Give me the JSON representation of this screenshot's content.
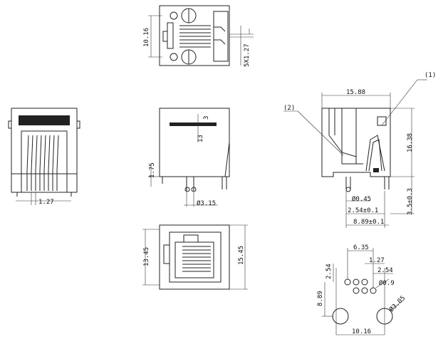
{
  "top_view": {
    "dim_height": "10.16",
    "dim_pitch": "5X1.27"
  },
  "front_view": {
    "dim_pitch": "1.27"
  },
  "side_view": {
    "dim_13": "13",
    "dim_3": "3",
    "dim_175": "1.75",
    "dim_315": "Ø3.15"
  },
  "bottom_view": {
    "dim_1345": "13.45",
    "dim_1545": "15.45"
  },
  "section_view": {
    "dim_width": "15.88",
    "dim_height": "16.38",
    "dim_pin": "Ø0.45",
    "dim_254": "2.54±0.1",
    "dim_889": "8.89±0.1",
    "dim_35": "3.5±0.3",
    "callout_1": "(1)",
    "callout_2": "(2)"
  },
  "footprint": {
    "dim_635": "6.35",
    "dim_127": "1.27",
    "dim_254a": "2.54",
    "dim_254b": "2.54",
    "dim_hole": "Ø0.9",
    "dim_889": "8.89",
    "dim_peg": "Ø3.05",
    "dim_1016": "10.16"
  }
}
